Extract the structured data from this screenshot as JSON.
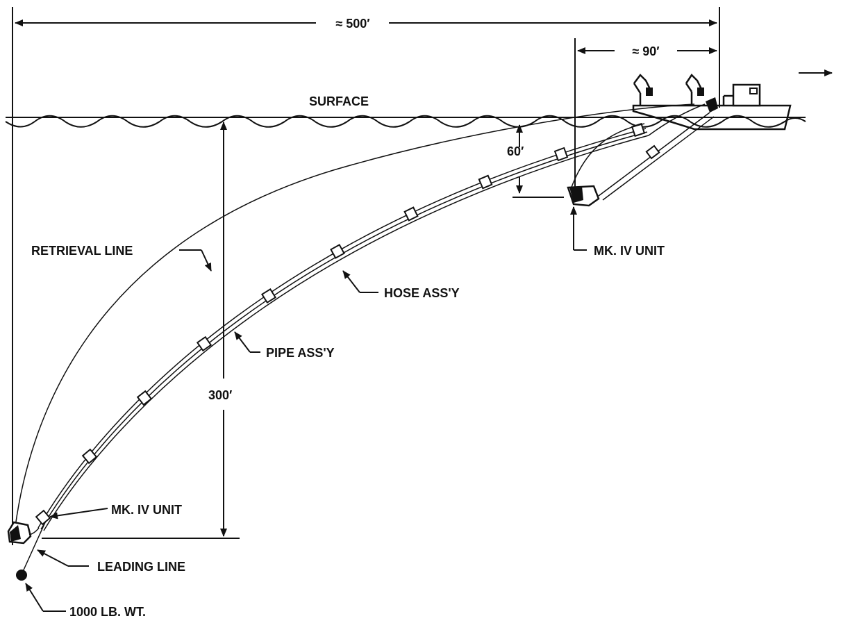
{
  "labels": {
    "width_total": "≈ 500′",
    "width_boat": "≈ 90′",
    "surface": "SURFACE",
    "depth_unit": "60′",
    "depth_total": "300′",
    "retrieval_line": "RETRIEVAL LINE",
    "hose_assy": "HOSE ASS'Y",
    "pipe_assy": "PIPE ASS'Y",
    "mk_iv_unit_top": "MK. IV UNIT",
    "mk_iv_unit_bottom": "MK. IV UNIT",
    "leading_line": "LEADING LINE",
    "weight": "1000 LB. WT."
  },
  "colors": {
    "ink": "#111111",
    "paper": "#ffffff"
  }
}
